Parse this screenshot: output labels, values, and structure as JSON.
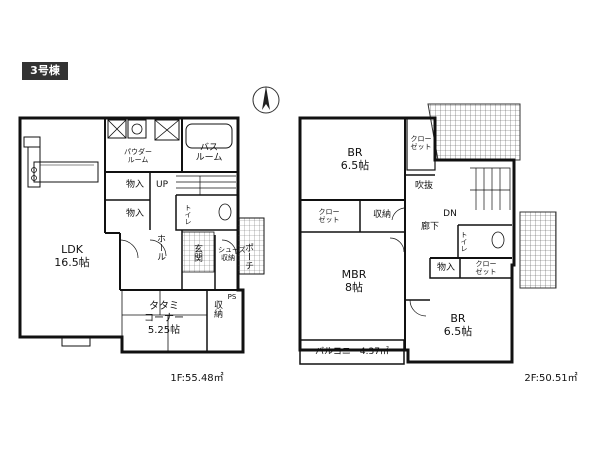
{
  "building": {
    "label": "3号棟"
  },
  "compass": {
    "label": "N"
  },
  "floor1": {
    "rooms": {
      "ldk": {
        "name": "LDK",
        "size": "16.5帖"
      },
      "tatami": {
        "name": "タタミ\nコーナー",
        "size": "5.25帖"
      },
      "powder": "パウダー\nルーム",
      "bath": "バス\nルーム",
      "storage1": "物入",
      "storage2": "物入",
      "up": "UP",
      "toilet": "トイレ",
      "hall": "ホール",
      "entrance": "玄関",
      "porch": "ポーチ",
      "shoes": "シューズ\n収納",
      "closet": "収納",
      "ps": "PS"
    },
    "area": "1F:55.48㎡"
  },
  "floor2": {
    "rooms": {
      "br1": {
        "name": "BR",
        "size": "6.5帖"
      },
      "mbr": {
        "name": "MBR",
        "size": "8帖"
      },
      "br2": {
        "name": "BR",
        "size": "6.5帖"
      },
      "closet_top": "クロー\nゼット",
      "closet_mid": "クロー\nゼット",
      "closet_right": "クロー\nゼット",
      "storage": "収納",
      "fukinuke": "吹抜",
      "dn": "DN",
      "corridor": "廊下",
      "toilet": "トイレ",
      "storage2": "物入",
      "balcony": "バルコニー4.37㎡"
    },
    "area": "2F:50.51㎡"
  }
}
